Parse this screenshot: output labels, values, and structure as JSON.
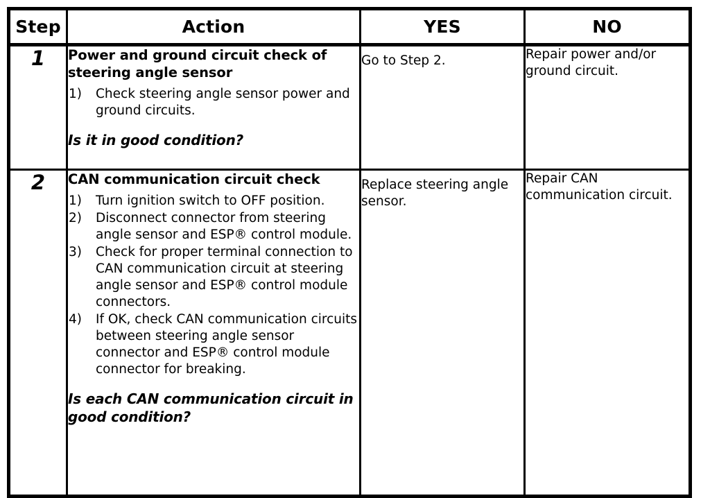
{
  "table": {
    "headers": [
      {
        "key": "step",
        "label": "Step"
      },
      {
        "key": "action",
        "label": "Action"
      },
      {
        "key": "yes",
        "label": "YES"
      },
      {
        "key": "no",
        "label": "NO"
      }
    ],
    "rows": [
      {
        "step": "1",
        "action": {
          "title": "Power and ground circuit check of steering angle sensor",
          "items": [
            {
              "num": "1)",
              "text": "Check steering angle sensor power and ground circuits."
            }
          ],
          "question": "Is it in good condition?"
        },
        "yes": "Go to Step 2.",
        "no": "Repair power and/or ground circuit."
      },
      {
        "step": "2",
        "action": {
          "title": "CAN communication circuit check",
          "items": [
            {
              "num": "1)",
              "text": "Turn ignition switch to OFF position."
            },
            {
              "num": "2)",
              "text": "Disconnect connector from steering angle sensor and ESP® control module."
            },
            {
              "num": "3)",
              "text": "Check for proper terminal connection to CAN communication circuit at steering angle sensor and ESP® control module connectors."
            },
            {
              "num": "4)",
              "text": "If OK, check CAN communication circuits between steering angle sensor connector and ESP® control module connector for breaking."
            }
          ],
          "question": "Is each CAN communication circuit in good condition?"
        },
        "yes": "Replace steering angle sensor.",
        "no": "Repair CAN communication circuit."
      }
    ]
  },
  "colors": {
    "border": "#000000",
    "background": "#ffffff",
    "text": "#000000"
  }
}
